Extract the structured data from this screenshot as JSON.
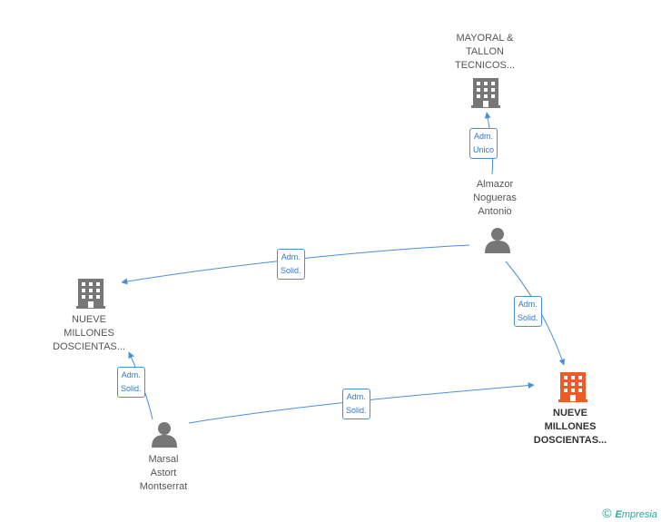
{
  "nodes": {
    "mayoral": {
      "lines": [
        "MAYORAL &",
        "TALLON",
        "TECNICOS..."
      ],
      "kind": "company",
      "color": "#777777"
    },
    "almazor": {
      "lines": [
        "Almazor",
        "Nogueras",
        "Antonio"
      ],
      "kind": "person",
      "color": "#777777"
    },
    "nueve_left": {
      "lines": [
        "NUEVE",
        "MILLONES",
        "DOSCIENTAS..."
      ],
      "kind": "company",
      "color": "#777777"
    },
    "nueve_main": {
      "lines": [
        "NUEVE",
        "MILLONES",
        "DOSCIENTAS..."
      ],
      "kind": "company",
      "color": "#f05a28"
    },
    "marsal": {
      "lines": [
        "Marsal",
        "Astort",
        "Montserrat"
      ],
      "kind": "person",
      "color": "#777777"
    }
  },
  "edges": {
    "almazor_mayoral": [
      "Adm.",
      "Unico"
    ],
    "almazor_nueve_left": [
      "Adm.",
      "Solid."
    ],
    "almazor_nueve_main": [
      "Adm.",
      "Solid."
    ],
    "marsal_nueve_left": [
      "Adm.",
      "Solid."
    ],
    "marsal_nueve_main": [
      "Adm.",
      "Solid."
    ]
  },
  "colors": {
    "edge": "#4a90d9",
    "company": "#777777",
    "highlight": "#f05a28",
    "person": "#777777"
  },
  "footer": {
    "copyright_symbol": "©",
    "brand_initial": "E",
    "brand_rest": "mpresia"
  }
}
